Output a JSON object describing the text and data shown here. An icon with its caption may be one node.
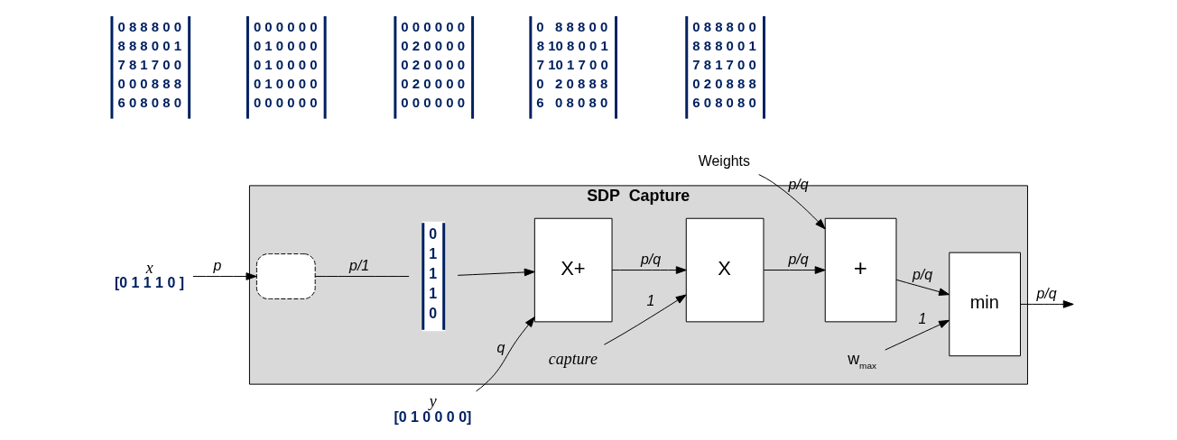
{
  "diagram": {
    "nodes": [
      {
        "text": [
          "SDP  Capture"
        ]
      },
      {
        "text": [
          "Weights"
        ]
      },
      {
        "text": [
          "x",
          "[0 1 1 1 0 ]"
        ]
      },
      {
        "text": [
          "y",
          "[0 1 0 0 0 0]"
        ]
      },
      {
        "text": [],
        "shape": "box",
        "in": 0
      },
      {
        "text": [
          "0 1 1 1 0"
        ],
        "in": 0
      },
      {
        "text": [
          "X+"
        ],
        "in": 0
      },
      {
        "text": [
          "X"
        ],
        "in": 0
      },
      {
        "text": [
          "capture"
        ],
        "in": 0
      },
      {
        "text": [
          "+"
        ],
        "in": 0
      },
      {
        "text": [
          "w$_{max}$"
        ],
        "in": 0
      },
      {
        "text": [
          "min"
        ],
        "in": 0
      }
    ],
    "edges": [
      {
        "from": 1,
        "to": 9,
        "arrow": "to",
        "label": "p/q"
      },
      {
        "from": 2,
        "to": 4,
        "arrow": "to",
        "label": "p"
      },
      {
        "from": 4,
        "to": 5,
        "arrow": "none",
        "label": "p/1"
      },
      {
        "from": 5,
        "to": 6,
        "arrow": "to"
      },
      {
        "from": 3,
        "to": 6,
        "arrow": "to",
        "label": "q"
      },
      {
        "from": 6,
        "to": 7,
        "arrow": "to",
        "label": "p/q"
      },
      {
        "from": 8,
        "to": 7,
        "arrow": "to",
        "label": "1"
      },
      {
        "from": 7,
        "to": 9,
        "arrow": "to",
        "label": "p/q"
      },
      {
        "from": 9,
        "to": 11,
        "arrow": "to",
        "label": "p/q"
      },
      {
        "from": 10,
        "to": 11,
        "arrow": "to",
        "label": "1"
      },
      {
        "from": 11,
        "to": null,
        "arrow": "to",
        "label": "p/q"
      }
    ],
    "labels": [
      "0 8 8 8 0 0",
      "8 8 8 0 0 1",
      "7 8 1 7 0 0",
      "0 0 0 8 8 8",
      "6 0 8 0 8 0",
      "0 0 0 0 0 0",
      "0 1 0 0 0 0",
      "0 1 0 0 0 0",
      "0 1 0 0 0 0",
      "0 0 0 0 0 0",
      "0 0 0 0 0 0",
      "0 2 0 0 0 0",
      "0 2 0 0 0 0",
      "0 2 0 0 0 0",
      "0 0 0 0 0 0",
      "0   8 8 8 0 0",
      "8 10 8 0 0 1",
      "7 10 1 7 0 0",
      "0   2 0 8 8 8",
      "6   0 8 0 8 0",
      "0 8 8 8 0 0",
      "8 8 8 0 0 1",
      "7 8 1 7 0 0",
      "0 2 0 8 8 8",
      "6 0 8 0 8 0"
    ]
  }
}
